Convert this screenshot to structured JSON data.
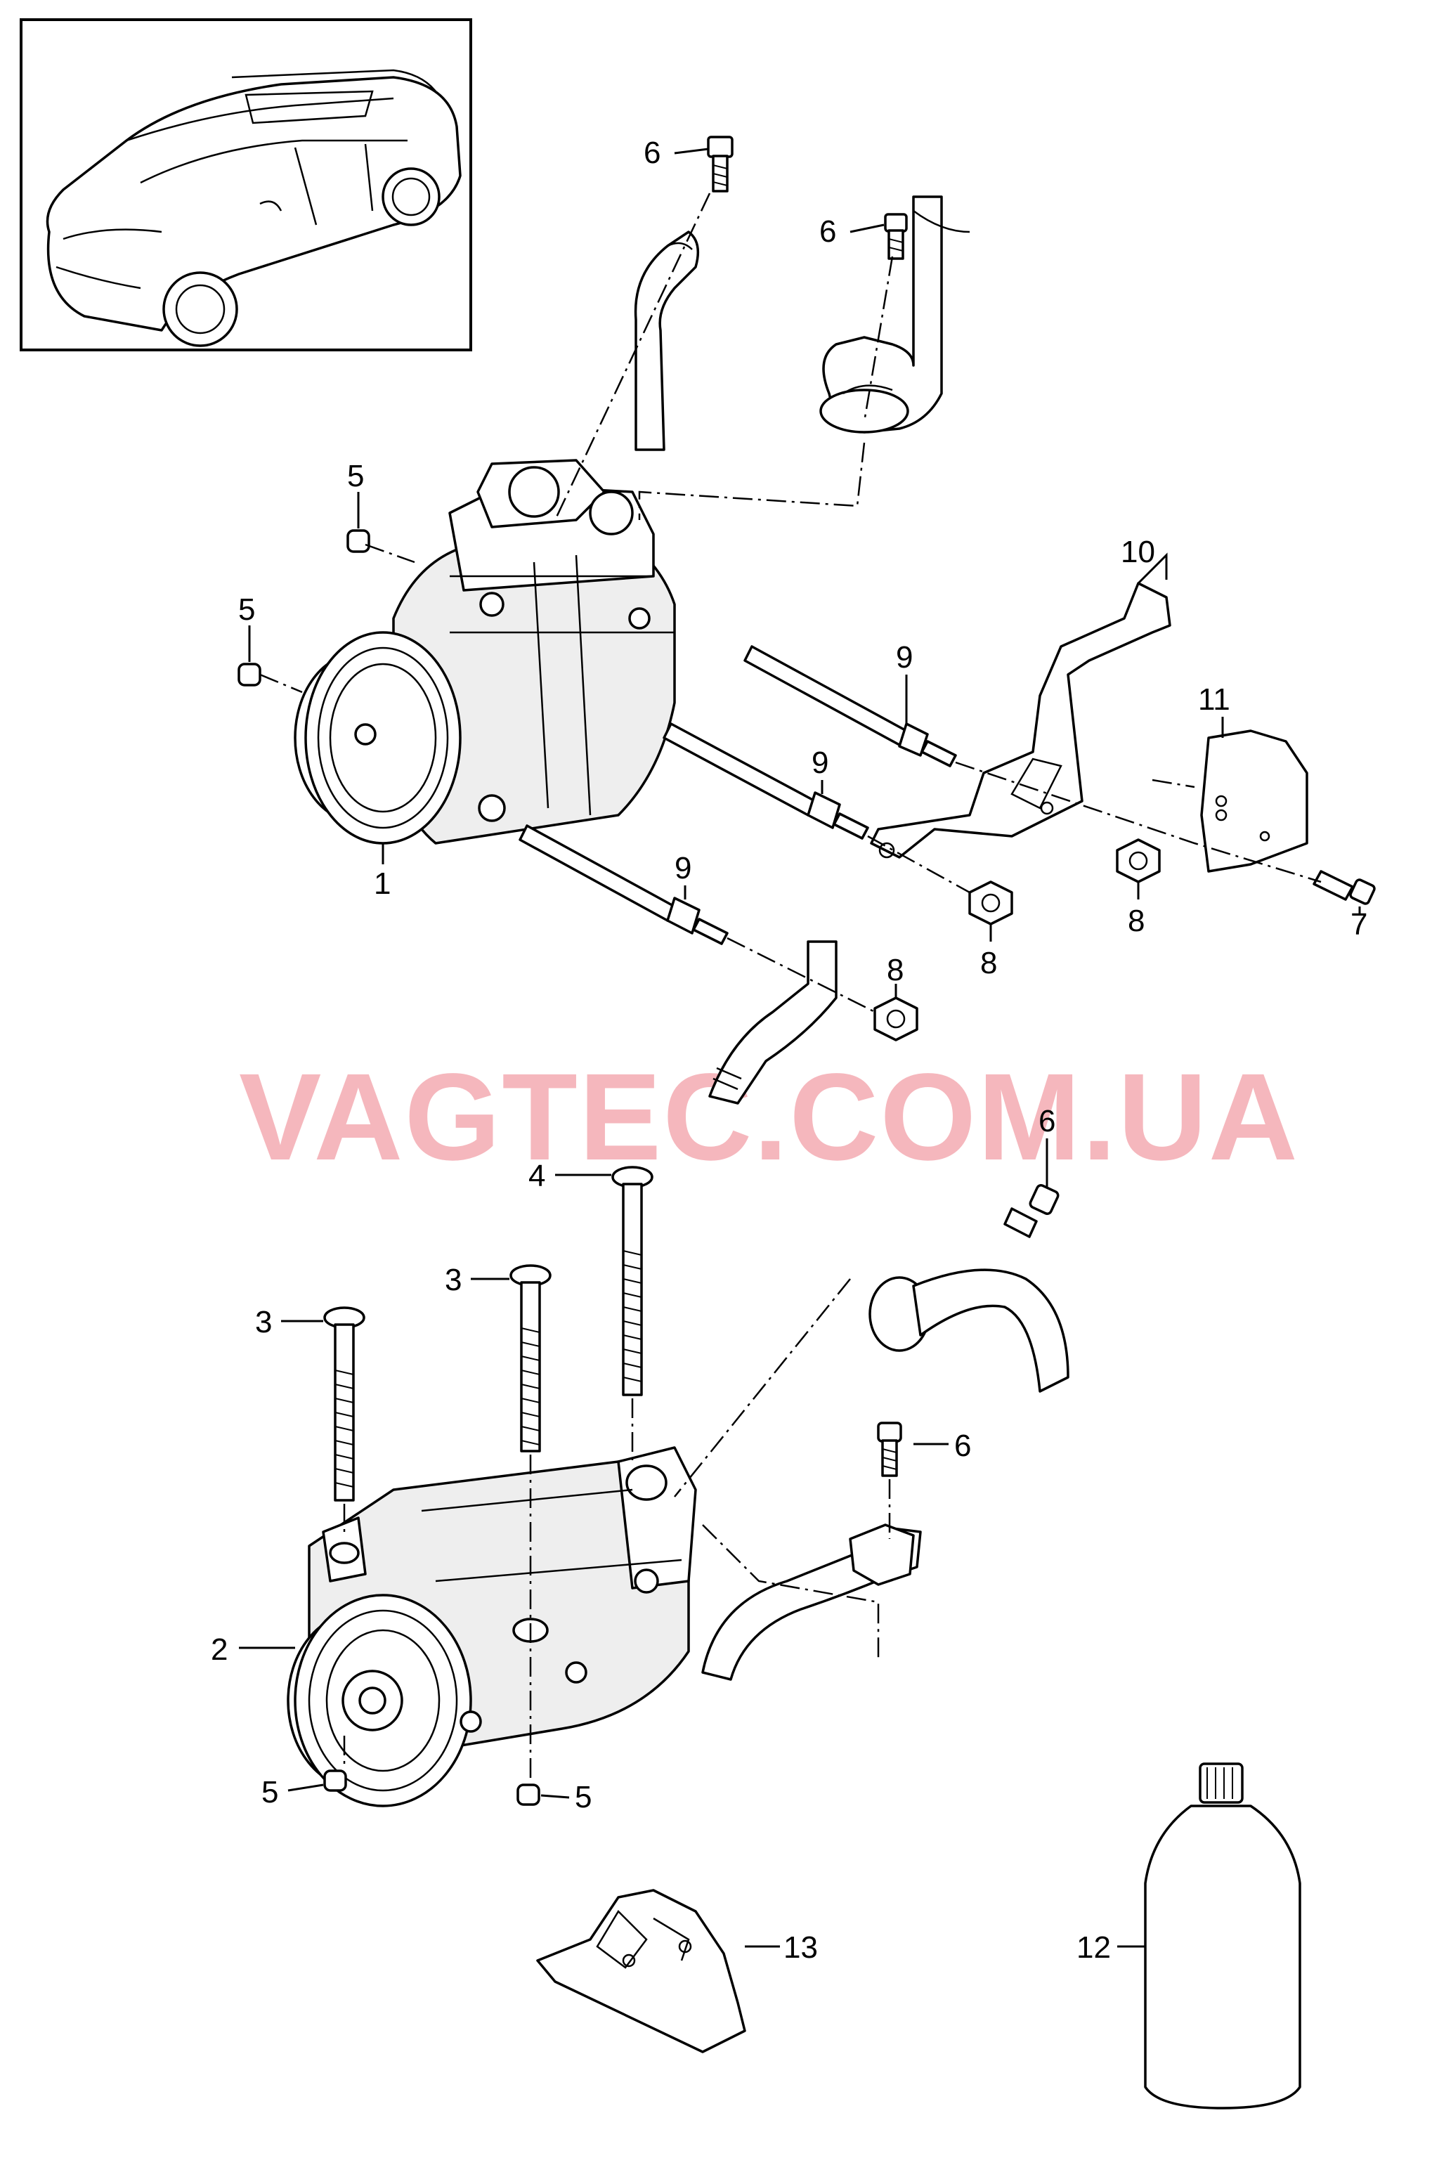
{
  "watermark": "VAGTEC.COM.UA",
  "callouts": {
    "c1": "1",
    "c2": "2",
    "c3a": "3",
    "c3b": "3",
    "c4": "4",
    "c5a": "5",
    "c5b": "5",
    "c5c": "5",
    "c5d": "5",
    "c6a": "6",
    "c6b": "6",
    "c6c": "6",
    "c6d": "6",
    "c7": "7",
    "c8a": "8",
    "c8b": "8",
    "c8c": "8",
    "c9a": "9",
    "c9b": "9",
    "c9c": "9",
    "c10": "10",
    "c11": "11",
    "c12": "12",
    "c13": "13"
  }
}
